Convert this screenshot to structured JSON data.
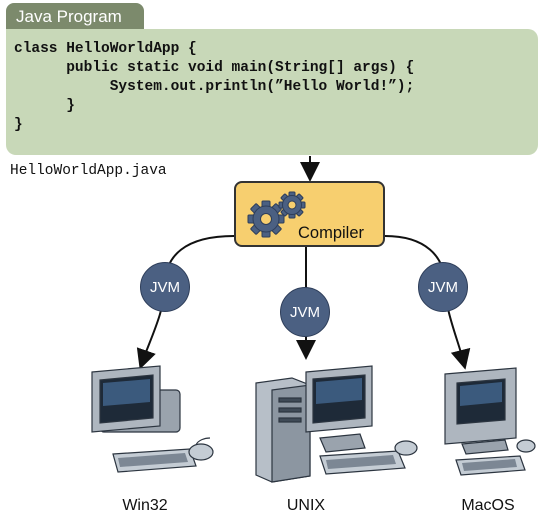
{
  "program": {
    "tab_label": "Java Program",
    "code": "class HelloWorldApp {\n      public static void main(String[] args) {\n           System.out.println(”Hello World!”);\n      }\n}",
    "filename": "HelloWorldApp.java"
  },
  "compiler": {
    "label": "Compiler",
    "icon": "gears-icon"
  },
  "jvms": [
    {
      "label": "JVM",
      "target": "Win32"
    },
    {
      "label": "JVM",
      "target": "UNIX"
    },
    {
      "label": "JVM",
      "target": "MacOS"
    }
  ],
  "platforms": [
    {
      "label": "Win32",
      "icon": "desktop-computer-icon"
    },
    {
      "label": "UNIX",
      "icon": "workstation-tower-icon"
    },
    {
      "label": "MacOS",
      "icon": "mac-computer-icon"
    }
  ],
  "colors": {
    "code_panel": "#c8d8b8",
    "tab": "#7c8a6c",
    "compiler": "#f7cf6f",
    "gear": "#4b6082",
    "jvm": "#4b6082"
  }
}
